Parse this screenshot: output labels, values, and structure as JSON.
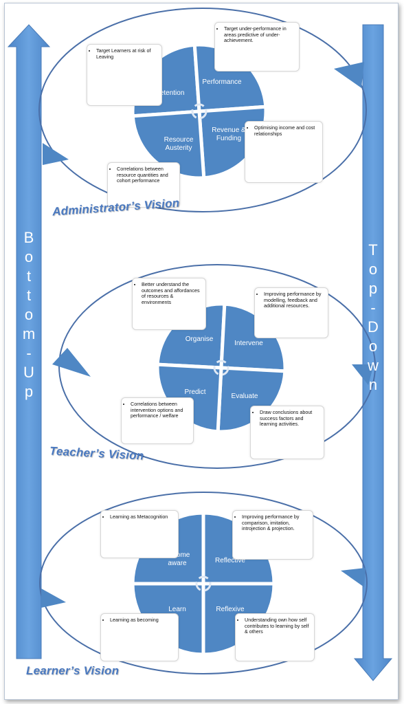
{
  "arrows": {
    "left_label": "Bottom-Up",
    "right_label": "Top-Down"
  },
  "colors": {
    "quadrant_fill": "#4f87c4",
    "ellipse_stroke": "#4a6fa8",
    "arrow_fill": "#5b93d3",
    "title_color": "#4a79c0"
  },
  "administrator": {
    "title": "Administrator’s Vision",
    "quadrants": {
      "top_left": "Retention",
      "top_right": "Performance",
      "bottom_left": "Resource Austerity",
      "bottom_right": "Revenue & Funding"
    },
    "notes": {
      "top_left": "Target Learners at risk of Leaving",
      "top_right": "Target under-performance in areas predictive of under-achievement.",
      "bottom_left": "Correlations between resource quantities and cohort performance",
      "bottom_right": "Optimising income and cost relationships"
    }
  },
  "teacher": {
    "title": "Teacher’s Vision",
    "quadrants": {
      "top_left": "Organise",
      "top_right": "Intervene",
      "bottom_left": "Predict",
      "bottom_right": "Evaluate"
    },
    "notes": {
      "top_left": "Better understand the outcomes and affordances of resources & environments",
      "top_right": "Improving performance by modelling, feedback and additional resources.",
      "bottom_left": "Correlations between intervention options and performance / welfare",
      "bottom_right": "Draw conclusions about success factors and learning activities."
    }
  },
  "learner": {
    "title": "Learner’s Vision",
    "quadrants": {
      "top_left": "Become aware",
      "top_right": "Reflective",
      "bottom_left": "Learn",
      "bottom_right": "Reflexive"
    },
    "notes": {
      "top_left": "Learning as Metacognition",
      "top_right": "Improving performance by comparison, imitation, introjection & projection.",
      "bottom_left": "Learning as becoming",
      "bottom_right": "Understanding own how self contributes to learning by self & others"
    }
  }
}
